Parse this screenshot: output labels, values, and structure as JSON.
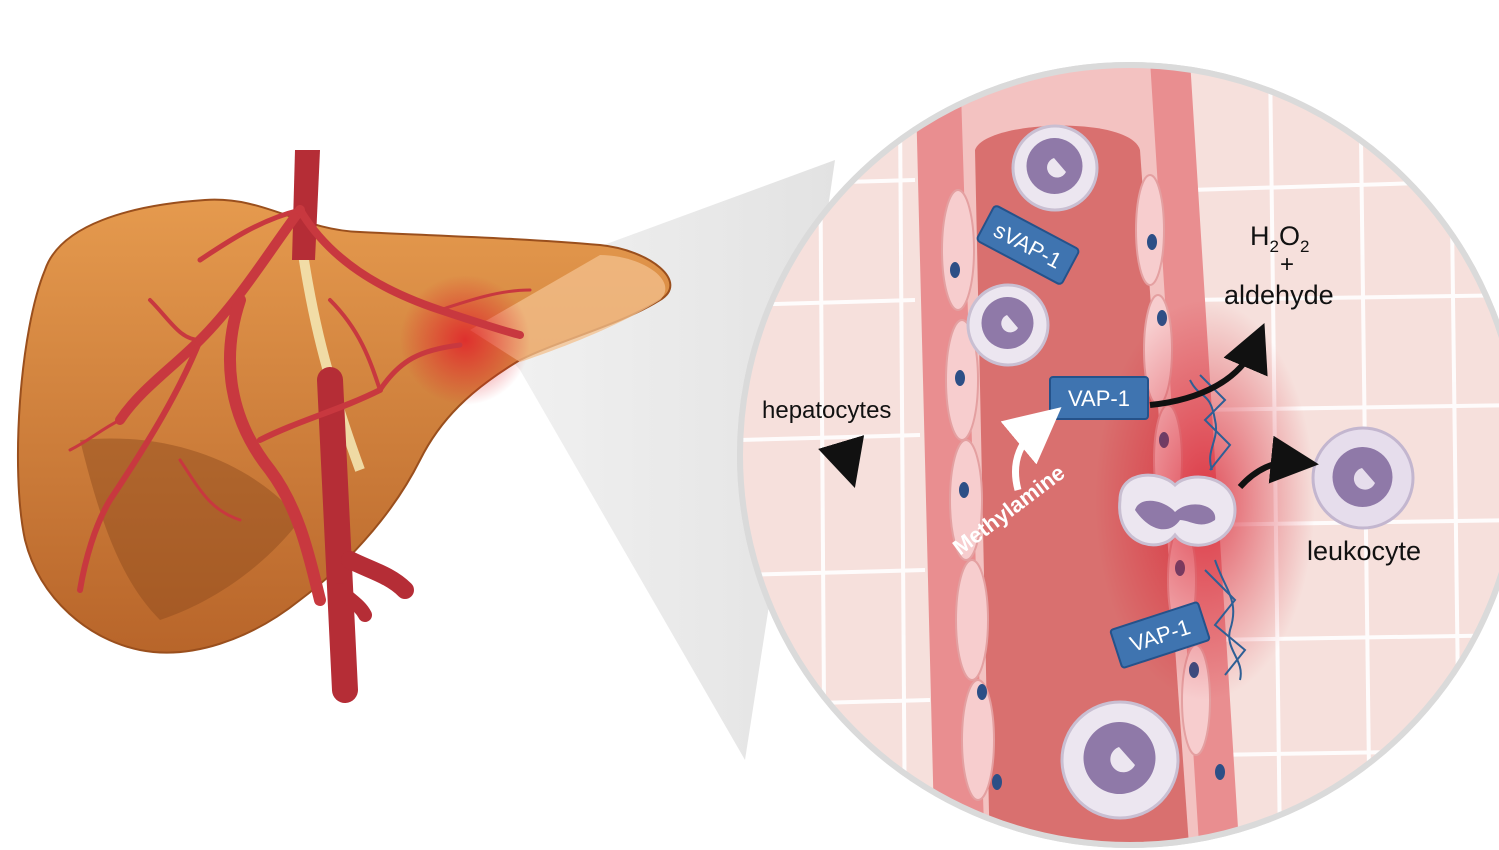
{
  "labels": {
    "hepatocytes": "hepatocytes",
    "leukocyte": "leukocyte",
    "methylamine": "Methylamine",
    "product_h": "H",
    "product_sub1": "2",
    "product_o": "O",
    "product_sub2": "2",
    "plus": "+",
    "aldehyde": "aldehyde"
  },
  "tags": {
    "svap1": "sVAP-1",
    "vap1_top": "VAP-1",
    "vap1_bottom": "VAP-1"
  },
  "colors": {
    "liver": "#d9823c",
    "vessel": "#c6363f",
    "tag_fill": "#3f74b0",
    "cell_nucleus": "#8f79a8",
    "tissue": "#f4d6d2"
  }
}
